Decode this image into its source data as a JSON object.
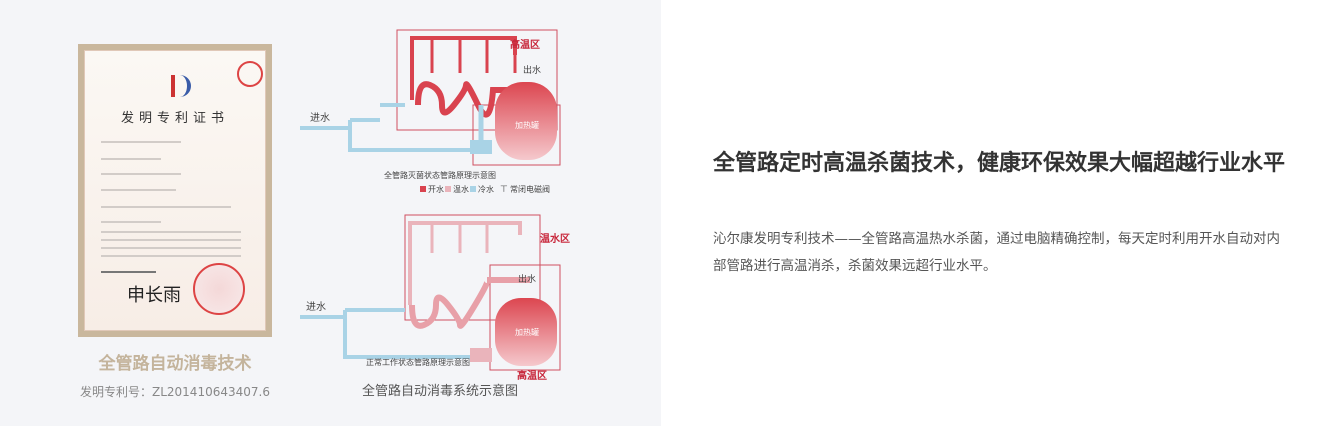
{
  "certificate": {
    "title": "发明专利证书",
    "caption": "全管路自动消毒技术",
    "patent_number": "发明专利号：ZL201410643407.6"
  },
  "diagram": {
    "title": "全管路自动消毒系统示意图",
    "top": {
      "zone_high": "高温区",
      "outlet": "出水",
      "inlet": "进水",
      "tank": "加热罐",
      "caption": "全管路灭菌状态管路原理示意图",
      "legend": [
        "开水",
        "温水",
        "冷水",
        "常闭电磁阀"
      ]
    },
    "bottom": {
      "zone_warm": "温水区",
      "zone_high": "高温区",
      "outlet": "出水",
      "inlet": "进水",
      "tank": "加热罐",
      "caption": "正常工作状态管路原理示意图"
    }
  },
  "colors": {
    "hot": "#d9434f",
    "warm": "#eab4bb",
    "cold": "#a9d3e6"
  },
  "article": {
    "heading": "全管路定时高温杀菌技术，健康环保效果大幅超越行业水平",
    "body": "沁尔康发明专利技术——全管路高温热水杀菌，通过电脑精确控制，每天定时利用开水自动对内部管路进行高温消杀，杀菌效果远超行业水平。"
  }
}
